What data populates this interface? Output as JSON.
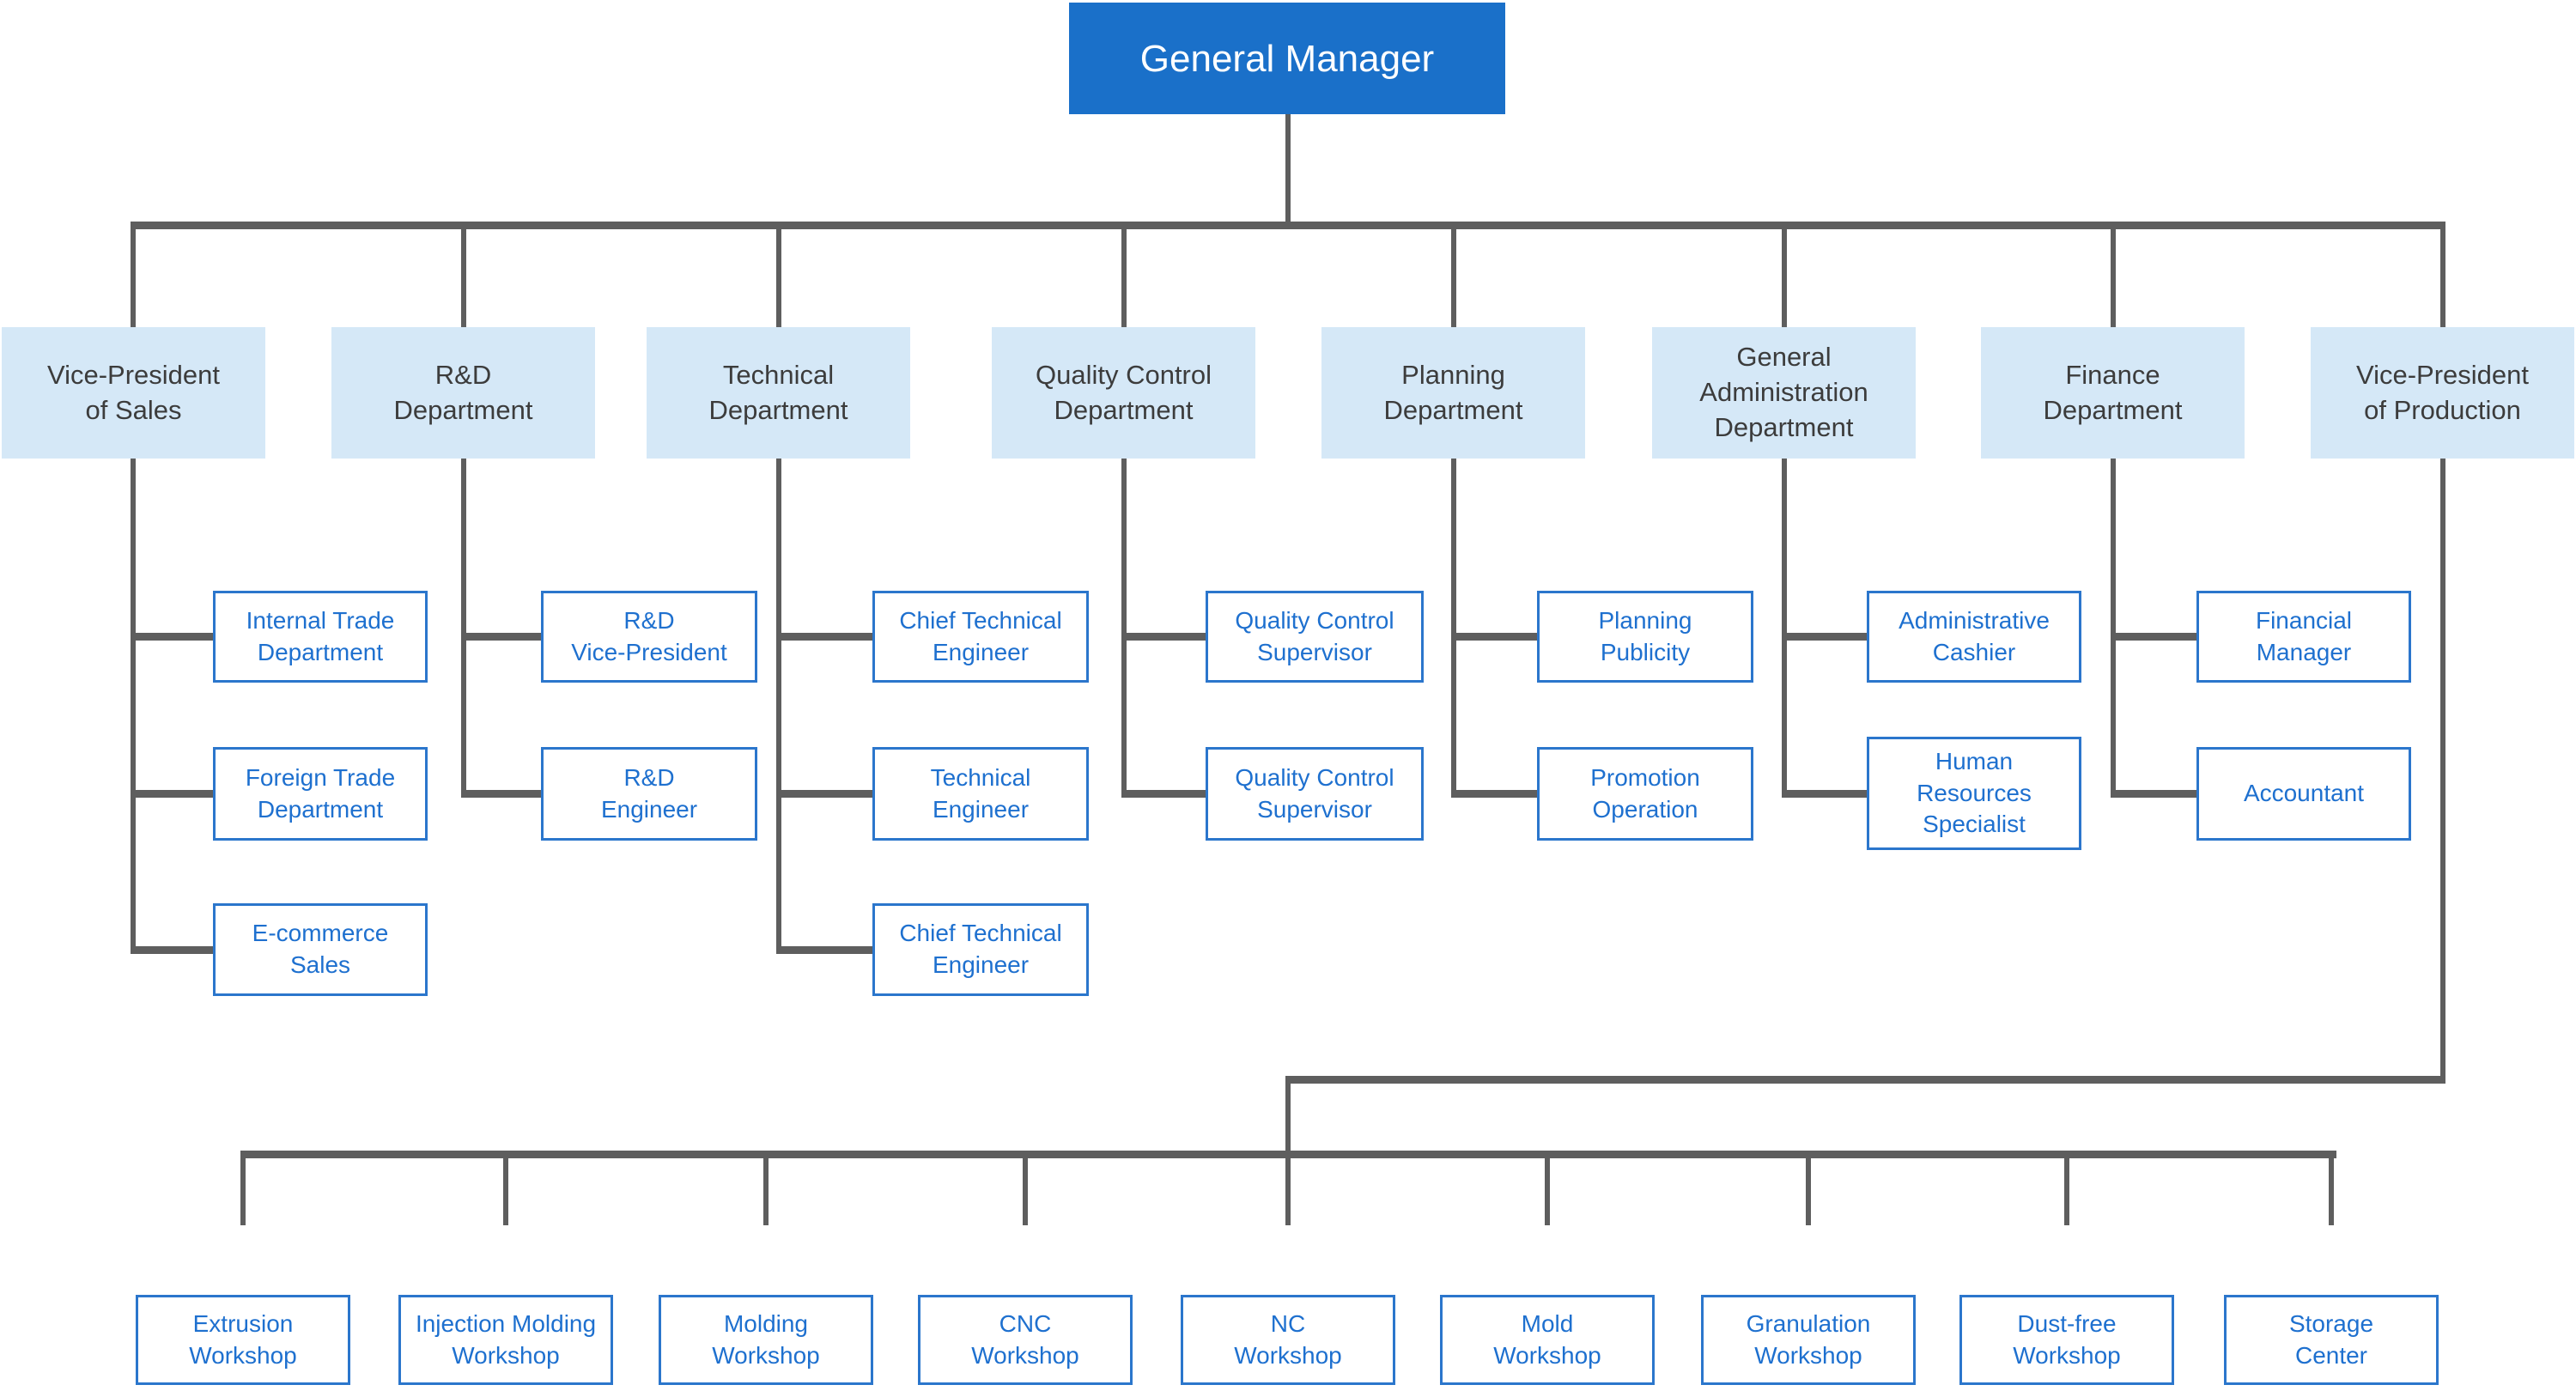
{
  "colors": {
    "root_fill": "#1a70c9",
    "root_text": "#ffffff",
    "department_fill": "#d5e8f7",
    "department_text": "#3c3c3c",
    "child_border": "#2b76cc",
    "child_text": "#1e70cf",
    "connector": "#5e5e5e",
    "background": "#ffffff"
  },
  "root": {
    "label": "General Manager"
  },
  "departments": [
    {
      "label": "Vice-President\nof Sales",
      "children": [
        {
          "label": "Internal Trade\nDepartment"
        },
        {
          "label": "Foreign Trade\nDepartment"
        },
        {
          "label": "E-commerce\nSales"
        }
      ]
    },
    {
      "label": "R&D\nDepartment",
      "children": [
        {
          "label": "R&D\nVice-President"
        },
        {
          "label": "R&D\nEngineer"
        }
      ]
    },
    {
      "label": "Technical\nDepartment",
      "children": [
        {
          "label": "Chief Technical\nEngineer"
        },
        {
          "label": "Technical\nEngineer"
        },
        {
          "label": "Chief Technical\nEngineer"
        }
      ]
    },
    {
      "label": "Quality Control\nDepartment",
      "children": [
        {
          "label": "Quality Control\nSupervisor"
        },
        {
          "label": "Quality Control\nSupervisor"
        }
      ]
    },
    {
      "label": "Planning\nDepartment",
      "children": [
        {
          "label": "Planning\nPublicity"
        },
        {
          "label": "Promotion\nOperation"
        }
      ]
    },
    {
      "label": "General\nAdministration\nDepartment",
      "children": [
        {
          "label": "Administrative\nCashier"
        },
        {
          "label": "Human\nResources\nSpecialist"
        }
      ]
    },
    {
      "label": "Finance\nDepartment",
      "children": [
        {
          "label": "Financial\nManager"
        },
        {
          "label": "Accountant"
        }
      ]
    },
    {
      "label": "Vice-President\nof Production",
      "children": [
        {
          "label": "Extrusion\nWorkshop"
        },
        {
          "label": "Injection Molding\nWorkshop"
        },
        {
          "label": "Molding\nWorkshop"
        },
        {
          "label": "CNC\nWorkshop"
        },
        {
          "label": "NC\nWorkshop"
        },
        {
          "label": "Mold\nWorkshop"
        },
        {
          "label": "Granulation\nWorkshop"
        },
        {
          "label": "Dust-free\nWorkshop"
        },
        {
          "label": "Storage\nCenter"
        }
      ]
    }
  ]
}
